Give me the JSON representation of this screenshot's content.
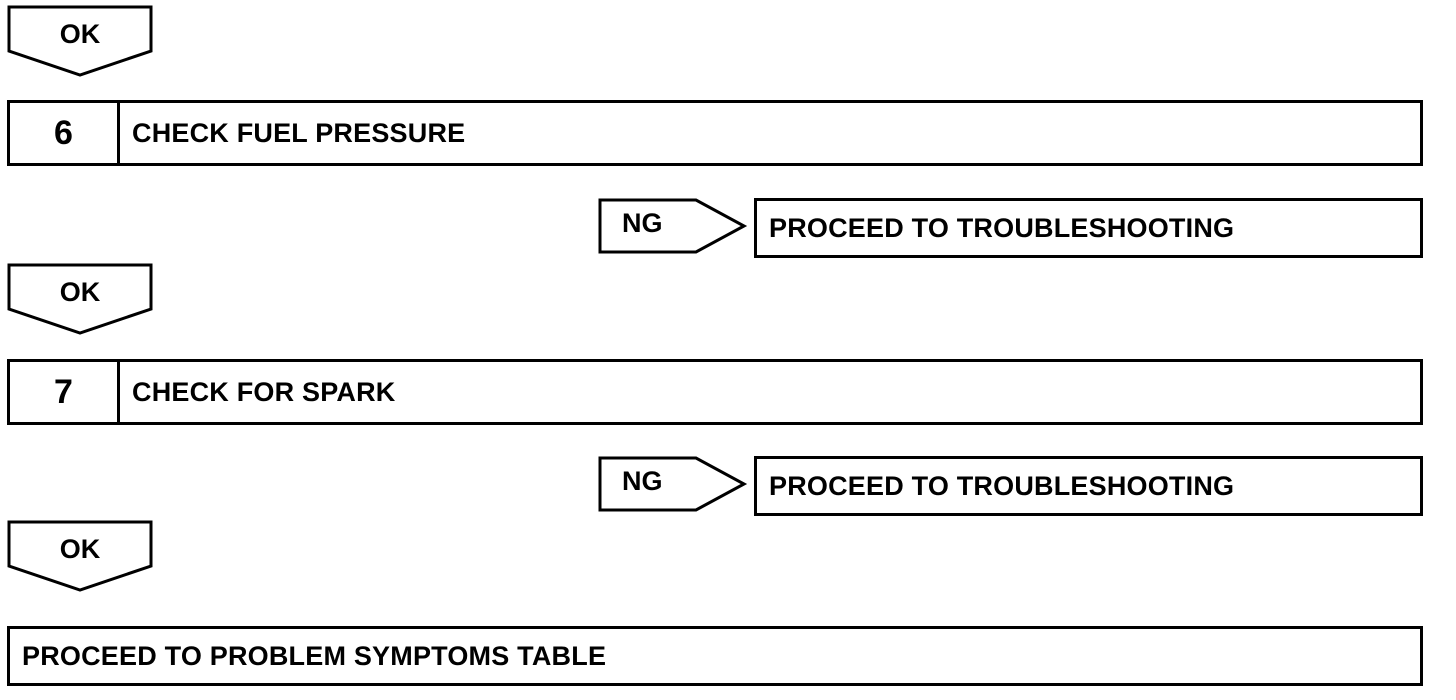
{
  "flow": {
    "ok_label": "OK",
    "ng_label": "NG",
    "steps": [
      {
        "number": "6",
        "title": "CHECK FUEL PRESSURE",
        "ng_result": "PROCEED TO TROUBLESHOOTING"
      },
      {
        "number": "7",
        "title": "CHECK FOR SPARK",
        "ng_result": "PROCEED TO TROUBLESHOOTING"
      }
    ],
    "final": "PROCEED TO PROBLEM SYMPTOMS TABLE"
  }
}
